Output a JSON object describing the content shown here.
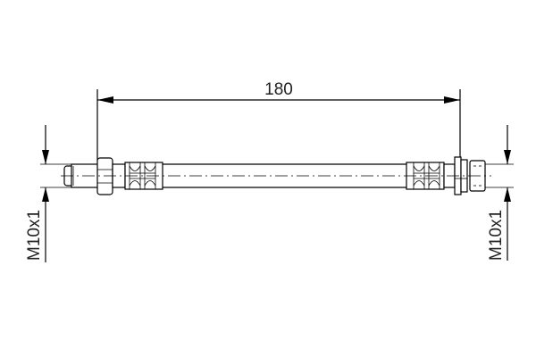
{
  "drawing": {
    "type": "brake hose technical drawing",
    "length_dimension": "180",
    "left_thread_label": "M10x1",
    "right_thread_label": "M10x1"
  }
}
